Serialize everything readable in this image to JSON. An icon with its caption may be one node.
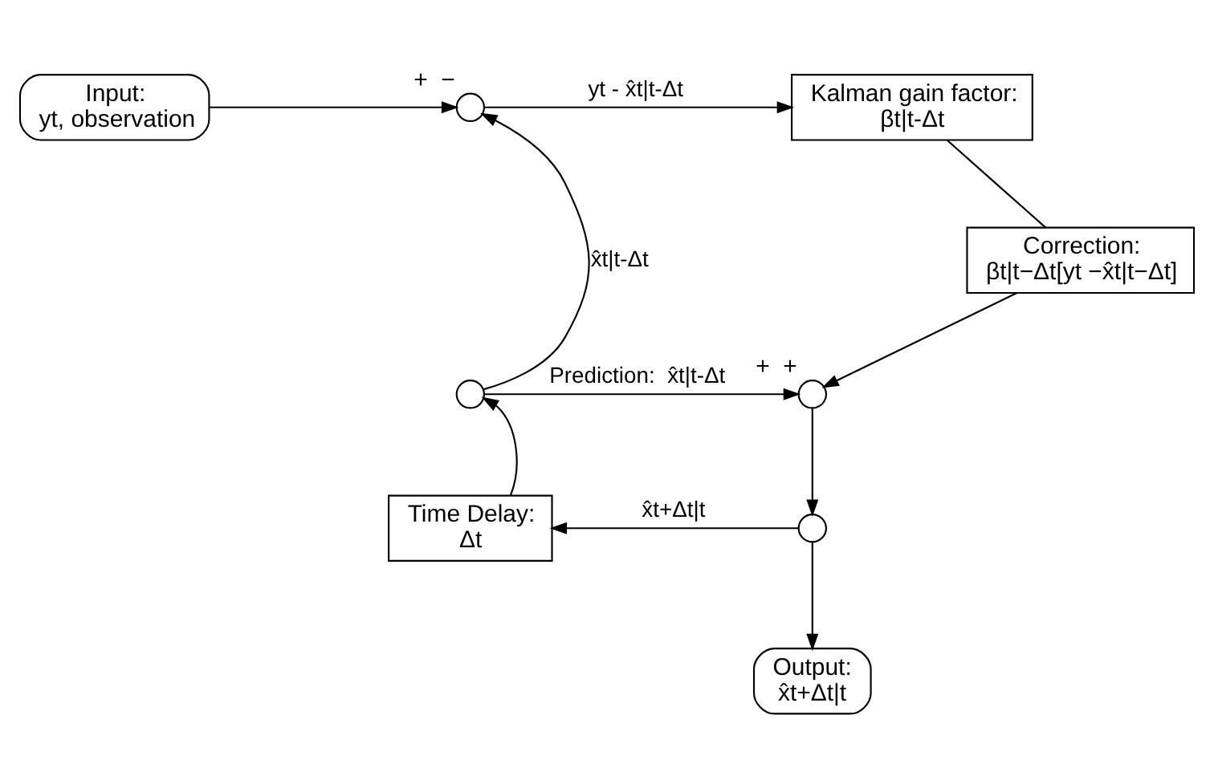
{
  "diagram": {
    "nodes": [
      {
        "text": [
          "Input:",
          "yt, observation"
        ]
      },
      {
        "text": [],
        "shape": "circle",
        "beside": [
          "+",
          "−"
        ]
      },
      {
        "text": [
          "Kalman gain factor:",
          "βt|t-Δt"
        ]
      },
      {
        "text": [
          "Correction:",
          "βt|t−Δt[yt −x̂t|t−Δt]"
        ]
      },
      {
        "text": [],
        "shape": "circle"
      },
      {
        "text": [],
        "shape": "circle",
        "beside": [
          "+",
          "+"
        ]
      },
      {
        "text": [],
        "shape": "circle"
      },
      {
        "text": [
          "Time Delay:",
          "Δt"
        ]
      },
      {
        "text": [
          "Output:",
          "x̂t+Δt|t"
        ]
      }
    ],
    "edges": [
      {
        "from": 0,
        "to": 1,
        "arrow": "to"
      },
      {
        "from": 1,
        "to": 2,
        "arrow": "to",
        "label": "yt - x̂t|t-Δt"
      },
      {
        "from": 2,
        "to": 3,
        "arrow": "none"
      },
      {
        "from": 3,
        "to": 5,
        "arrow": "to"
      },
      {
        "from": 4,
        "to": 1,
        "arrow": "to",
        "label": "x̂t|t-Δt"
      },
      {
        "from": 4,
        "to": 5,
        "arrow": "to",
        "label": "Prediction:  x̂t|t-Δt"
      },
      {
        "from": 5,
        "to": 6,
        "arrow": "to"
      },
      {
        "from": 6,
        "to": 7,
        "arrow": "to",
        "label": "x̂t+Δt|t"
      },
      {
        "from": 7,
        "to": 4,
        "arrow": "to"
      },
      {
        "from": 6,
        "to": 8,
        "arrow": "to"
      }
    ]
  }
}
